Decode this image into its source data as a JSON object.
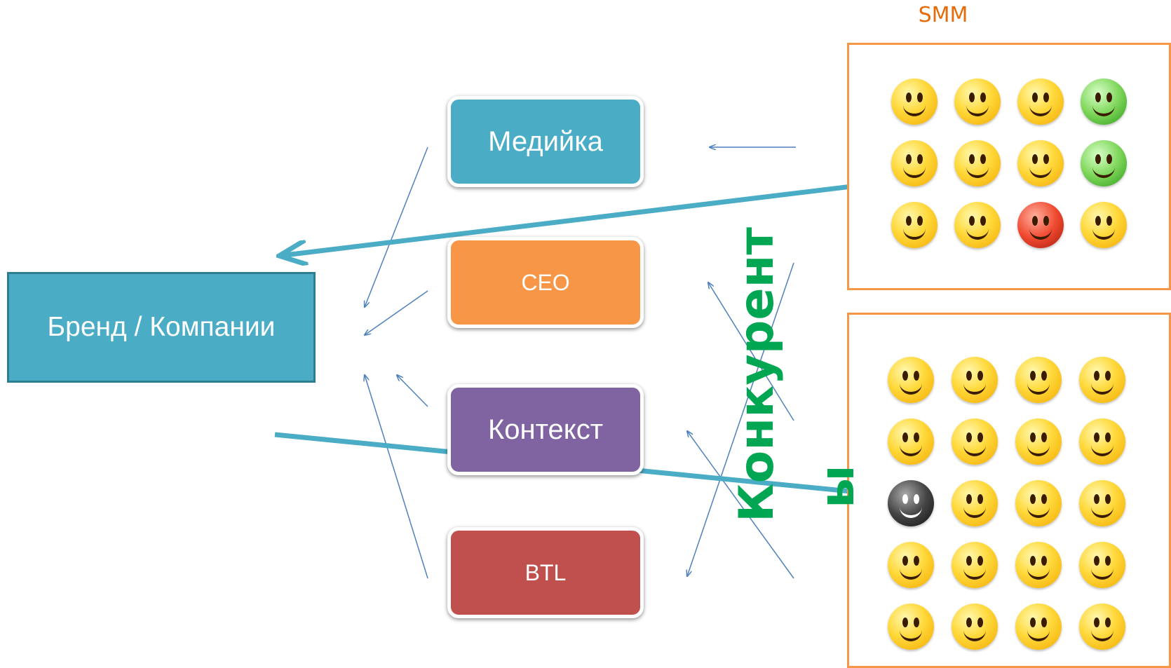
{
  "smm_label": "SMM",
  "brand": {
    "label": "Бренд / Компании",
    "color": "#4bacc6"
  },
  "channels": [
    {
      "label": "Медийка",
      "color": "#4bacc6"
    },
    {
      "label": "СЕО",
      "color": "#f79646"
    },
    {
      "label": "Контекст",
      "color": "#8064a2"
    },
    {
      "label": "BTL",
      "color": "#c0504d"
    }
  ],
  "competitors_label_line1": "Конкурент",
  "competitors_label_line2": "ы",
  "colors": {
    "thin_arrow": "#4f81bd",
    "thick_arrow": "#4bacc6",
    "panel_border": "#f79646",
    "competitors_text": "#00a651",
    "smm_text": "#e46c0a"
  },
  "icons": {
    "smm_panel": "emoji-smiley-grid-icon",
    "competitors_panel": "emoji-smiley-grid-icon"
  }
}
